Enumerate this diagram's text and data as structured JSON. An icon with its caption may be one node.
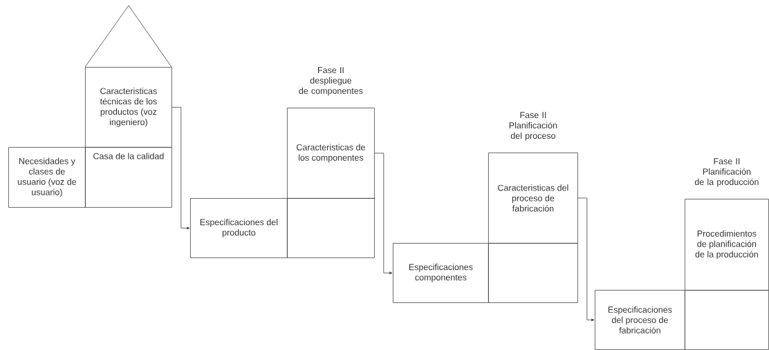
{
  "diagram": {
    "nodes": [
      {
        "text": [
          "Caracteristicas técnicas de los productos (voz ingeniero)"
        ]
      },
      {
        "text": [
          "Necesidades y clases de usuario (voz de usuario)"
        ]
      },
      {
        "text": [
          "Casa de la calidad"
        ]
      },
      {
        "text": [
          "Caracteristicas de los componentes"
        ],
        "beside": [
          "Fase II despliegue de componentes"
        ]
      },
      {
        "text": [
          "Especificaciones del producto"
        ]
      },
      {
        "text": [],
        "shape": "box"
      },
      {
        "text": [
          "Caracteristicas del proceso de fabricación"
        ],
        "beside": [
          "Fase II Planificación del proceso"
        ]
      },
      {
        "text": [
          "Especificaciones componentes"
        ]
      },
      {
        "text": [],
        "shape": "box"
      },
      {
        "text": [
          "Procedimientos de planificación de la producción"
        ],
        "beside": [
          "Fase II Planificación de la producción"
        ]
      },
      {
        "text": [
          "Especificaciones del proceso de fabricación"
        ]
      },
      {
        "text": [],
        "shape": "box"
      }
    ],
    "edges": [
      {
        "from": 0,
        "to": 4,
        "arrow": "to"
      },
      {
        "from": 3,
        "to": 7,
        "arrow": "to"
      },
      {
        "from": 6,
        "to": 10,
        "arrow": "to"
      }
    ]
  }
}
